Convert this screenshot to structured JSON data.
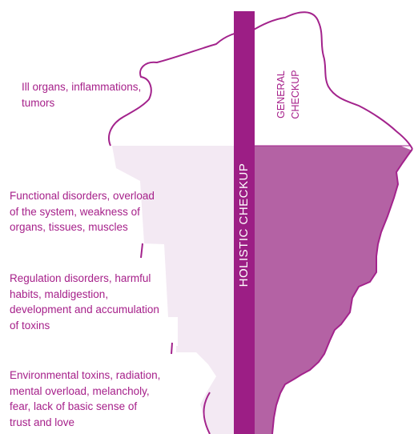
{
  "colors": {
    "accent": "#9c1e85",
    "lower_fill": "#b462a4",
    "band_fill": "#f3e9f3",
    "text": "#a6208a",
    "outline": "#a3238c"
  },
  "labels": {
    "holistic": "HOLISTIC CHECKUP",
    "general_line1": "GENERAL",
    "general_line2": "CHECKUP"
  },
  "levels": [
    {
      "lines": [
        "Ill organs, inflammations,",
        "tumors"
      ]
    },
    {
      "lines": [
        "Functional disorders, overload",
        "of the system, weakness of",
        "organs, tissues, muscles"
      ]
    },
    {
      "lines": [
        "Regulation disorders, harmful",
        "habits, maldigestion,",
        "development and accumulation",
        "of toxins"
      ]
    },
    {
      "lines": [
        "Environmental toxins, radiation,",
        "mental overload, melancholy,",
        "fear, lack of basic sense of",
        "trust and love"
      ]
    }
  ]
}
